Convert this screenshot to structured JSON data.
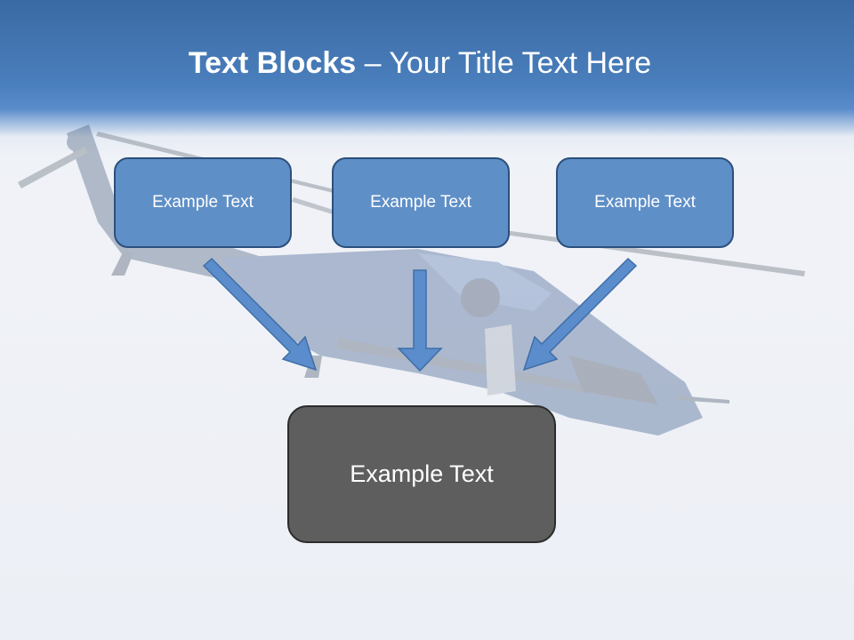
{
  "slide": {
    "title_bold": "Text Blocks",
    "title_dash": " – ",
    "title_rest": "Your Title Text Here"
  },
  "boxes": {
    "top_left": "Example Text",
    "top_center": "Example Text",
    "top_right": "Example Text",
    "bottom": "Example Text"
  },
  "colors": {
    "header_blue": "#4a7fbd",
    "box_blue": "#5f8fc7",
    "box_border": "#2c4f7c",
    "bottom_box": "#5e5e5e",
    "arrow_fill": "#5b8ccb"
  },
  "background_image": "helicopter-photo"
}
